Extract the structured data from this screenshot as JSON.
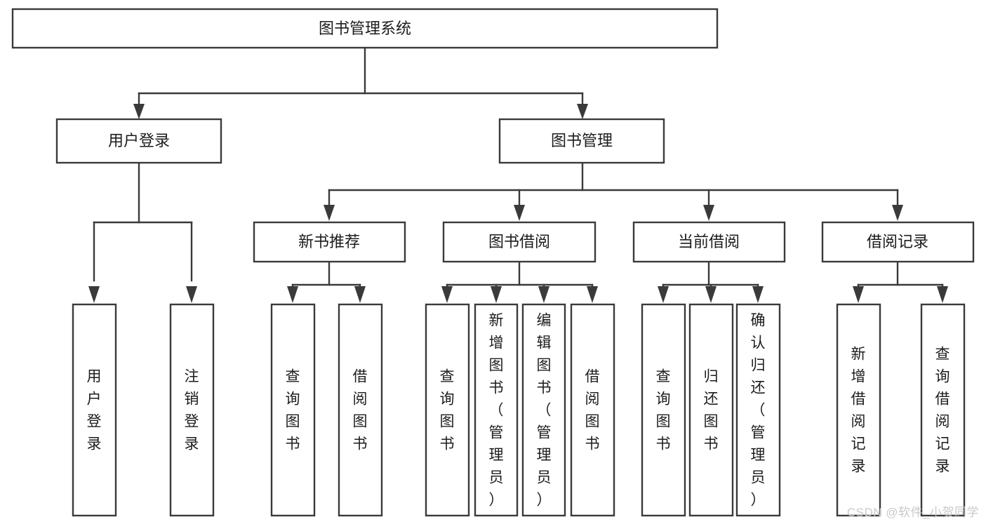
{
  "diagram": {
    "title": "图书管理系统",
    "type": "tree-hierarchy-chart",
    "watermark": "CSDN @软件_小贺同学",
    "root": {
      "label": "图书管理系统"
    },
    "level2": [
      {
        "label": "用户登录"
      },
      {
        "label": "图书管理"
      }
    ],
    "level3": [
      {
        "label": "新书推荐"
      },
      {
        "label": "图书借阅"
      },
      {
        "label": "当前借阅"
      },
      {
        "label": "借阅记录"
      }
    ],
    "leaves": {
      "user_login": [
        {
          "label": "用户登录"
        },
        {
          "label": "注销登录"
        }
      ],
      "new_book_recommend": [
        {
          "label": "查询图书"
        },
        {
          "label": "借阅图书"
        }
      ],
      "book_borrow": [
        {
          "label": "查询图书"
        },
        {
          "label": "新增图书（管理员）"
        },
        {
          "label": "编辑图书（管理员）"
        },
        {
          "label": "借阅图书"
        }
      ],
      "current_borrow": [
        {
          "label": "查询图书"
        },
        {
          "label": "归还图书"
        },
        {
          "label": "确认归还（管理员）"
        }
      ],
      "borrow_record": [
        {
          "label": "新增借阅记录"
        },
        {
          "label": "查询借阅记录"
        }
      ]
    }
  }
}
